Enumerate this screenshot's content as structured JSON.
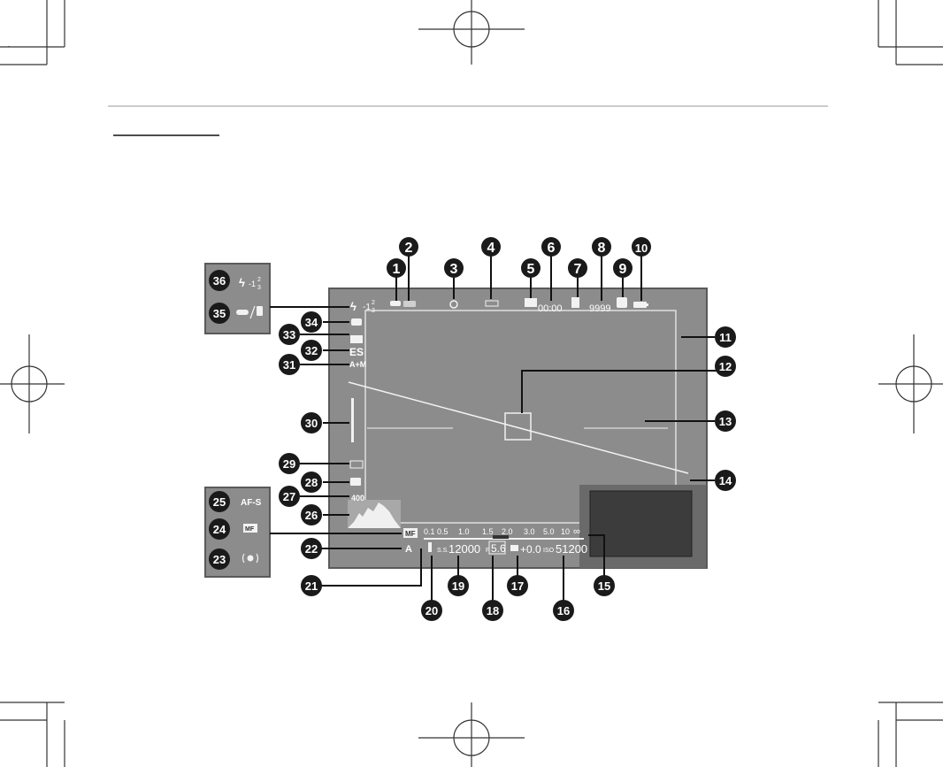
{
  "callouts": [
    "1",
    "2",
    "3",
    "4",
    "5",
    "6",
    "7",
    "8",
    "9",
    "10",
    "11",
    "12",
    "13",
    "14",
    "15",
    "16",
    "17",
    "18",
    "19",
    "20",
    "21",
    "22",
    "23",
    "24",
    "25",
    "26",
    "27",
    "28",
    "29",
    "30",
    "31",
    "32",
    "33",
    "34",
    "35",
    "36"
  ],
  "viewfinder": {
    "flash_comp_fraction_num": "2",
    "flash_comp_fraction_den": "3",
    "flash_comp_sign": "-1",
    "timer": "00:00",
    "frames_remaining": "9999",
    "image_size": "L",
    "shutter_mode": "ES",
    "focus_mode_switch": "A+M",
    "iso_setting": "400",
    "mode_letter": "A",
    "shutter_speed_prefix": "S.S.",
    "shutter_speed": "12000",
    "aperture_prefix": "F",
    "aperture": "5.6",
    "exposure_comp": "+0.0",
    "iso_prefix": "ISO",
    "iso": "51200",
    "focus_indicator": "MF",
    "distance_scale": [
      "0.1",
      "0.5",
      "1.0",
      "1.5",
      "2.0",
      "3.0",
      "5.0",
      "10",
      "∞"
    ]
  },
  "inset_top": {
    "flash_comp_sign": "-1",
    "flash_comp_fraction_num": "2",
    "flash_comp_fraction_den": "3"
  },
  "inset_bottom": {
    "af_s_label": "AF-S",
    "mf_label": "MF"
  },
  "colors": {
    "screen_gray": "#8c8c8c",
    "screen_border": "#5a5a5a",
    "callout_fill": "#1a1a1a",
    "preview_dark": "#3c3c3c"
  }
}
